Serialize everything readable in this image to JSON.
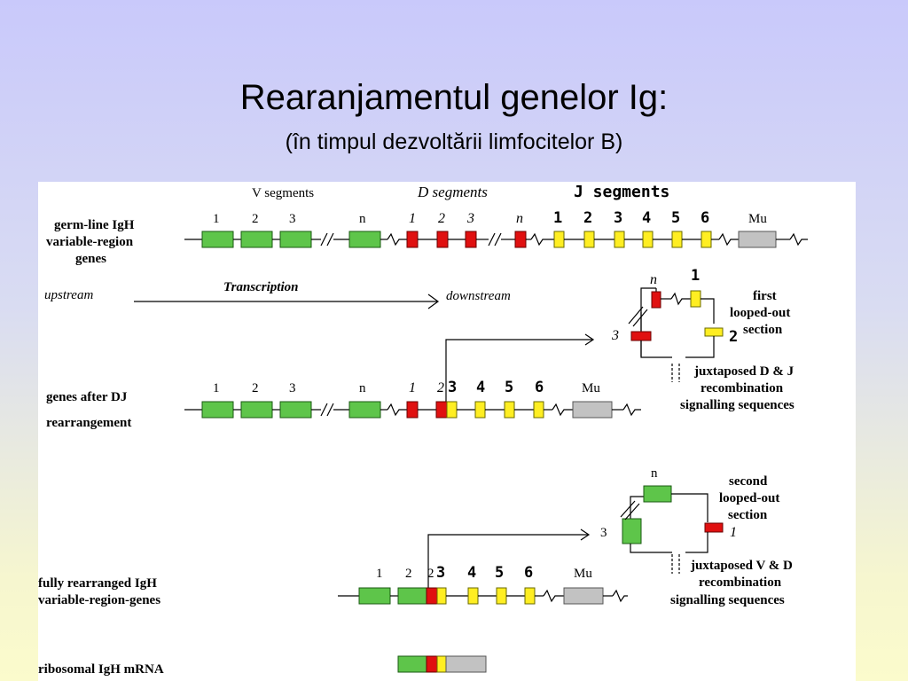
{
  "slide": {
    "title": "Rearanjamentul genelor Ig:",
    "subtitle": "(în timpul dezvoltării limfocitelor B)"
  },
  "headers": {
    "v_segments": "V segments",
    "d_segments": "D segments",
    "j_segments": "J segments"
  },
  "rows": {
    "germline": {
      "label": [
        "germ-line IgH",
        "variable-region",
        "genes"
      ]
    },
    "transcription": {
      "upstream": "upstream",
      "arrow": "Transcription",
      "downstream": "downstream"
    },
    "dj": {
      "label": [
        "genes after DJ",
        "rearrangement"
      ]
    },
    "vdj": {
      "label": [
        "fully rearranged IgH",
        "variable-region-genes"
      ]
    },
    "mrna": {
      "label": "ribosomal IgH mRNA"
    }
  },
  "segment_labels": {
    "v": [
      "1",
      "2",
      "3",
      "n"
    ],
    "d": [
      "1",
      "2",
      "3",
      "n"
    ],
    "j": [
      "1",
      "2",
      "3",
      "4",
      "5",
      "6"
    ],
    "mu": "Mu",
    "loop1_d": "n",
    "loop1_j": "1",
    "loop1_j2": "2",
    "loop1_d3": "3",
    "loop2_v": "n",
    "loop2_v3": "3",
    "loop2_d": "1",
    "dj_row_d": [
      "1",
      "2"
    ],
    "dj_row_j": [
      "3",
      "4",
      "5",
      "6"
    ],
    "vdj_row_v": [
      "1",
      "2"
    ],
    "vdj_row_j": [
      "3",
      "4",
      "5",
      "6"
    ],
    "vdj_row_2": "2"
  },
  "annotations": {
    "loop1": [
      "first",
      "looped-out",
      "section"
    ],
    "loop1_junction": [
      "juxtaposed D & J",
      "recombination",
      "signalling sequences"
    ],
    "loop2": [
      "second",
      "looped-out",
      "section"
    ],
    "loop2_junction": [
      "juxtaposed V & D",
      "recombination",
      "signalling sequences"
    ]
  },
  "colors": {
    "v_segment": "#5ec54a",
    "d_segment": "#e01010",
    "j_segment": "#ffee22",
    "mu_segment": "#c2c2c2"
  }
}
